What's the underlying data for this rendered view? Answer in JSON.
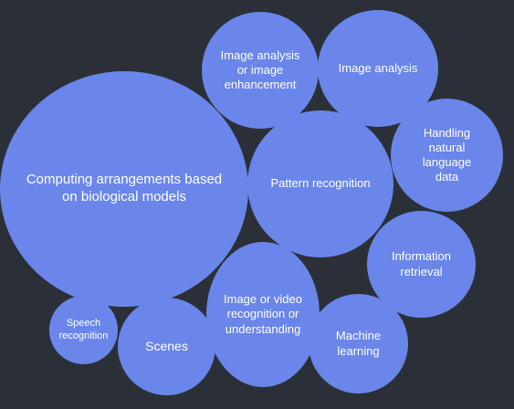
{
  "colors": {
    "background": "#2b3038",
    "bubble": "#6a86ea",
    "text": "#ffffff"
  },
  "bubbles": [
    {
      "label": "Computing arrangements based\non biological models"
    },
    {
      "label": "Image analysis\nor image\nenhancement"
    },
    {
      "label": "Image analysis"
    },
    {
      "label": "Pattern recognition"
    },
    {
      "label": "Handling\nnatural\nlanguage\ndata"
    },
    {
      "label": "Information\nretrieval"
    },
    {
      "label": "Image or video\nrecognition or\nunderstanding"
    },
    {
      "label": "Machine\nlearning"
    },
    {
      "label": "Scenes"
    },
    {
      "label": "Speech\nrecognition"
    }
  ]
}
